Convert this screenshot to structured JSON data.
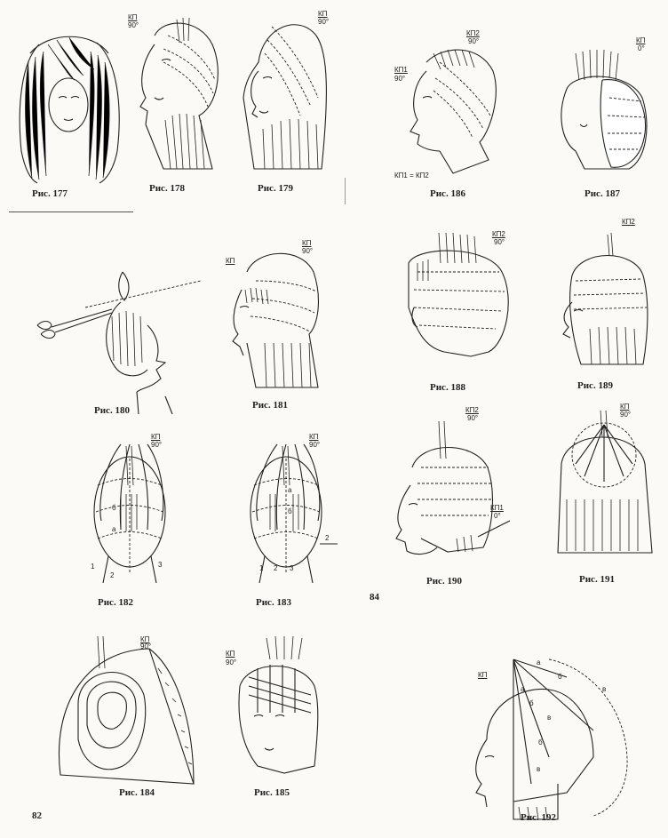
{
  "page_numbers": {
    "left": "82",
    "right": "84"
  },
  "figures": [
    {
      "id": "177",
      "caption": "Рис. 177",
      "labels": []
    },
    {
      "id": "178",
      "caption": "Рис. 178",
      "labels": [
        "КП",
        "90°"
      ]
    },
    {
      "id": "179",
      "caption": "Рис. 179",
      "labels": [
        "КП",
        "90°"
      ]
    },
    {
      "id": "186",
      "caption": "Рис. 186",
      "labels": [
        "КП2",
        "90°",
        "КП1",
        "90°",
        "КП1 = КП2"
      ]
    },
    {
      "id": "187",
      "caption": "Рис. 187",
      "labels": [
        "КП",
        "0°"
      ]
    },
    {
      "id": "180",
      "caption": "Рис. 180",
      "labels": []
    },
    {
      "id": "181",
      "caption": "Рис. 181",
      "labels": [
        "КП",
        "КП",
        "90°"
      ]
    },
    {
      "id": "188",
      "caption": "Рис. 188",
      "labels": [
        "КП2",
        "90°"
      ]
    },
    {
      "id": "189",
      "caption": "Рис. 189",
      "labels": [
        "КП2"
      ]
    },
    {
      "id": "182",
      "caption": "Рис. 182",
      "labels": [
        "КП",
        "90°",
        "б",
        "а",
        "1",
        "2",
        "3"
      ]
    },
    {
      "id": "183",
      "caption": "Рис. 183",
      "labels": [
        "КП",
        "90°",
        "а",
        "б",
        "2",
        "1",
        "2",
        "3"
      ]
    },
    {
      "id": "190",
      "caption": "Рис. 190",
      "labels": [
        "КП2",
        "90°",
        "КП1",
        "0°"
      ]
    },
    {
      "id": "191",
      "caption": "Рис. 191",
      "labels": [
        "КП",
        "90°"
      ]
    },
    {
      "id": "184",
      "caption": "Рис. 184",
      "labels": [
        "КП",
        "90°"
      ]
    },
    {
      "id": "185",
      "caption": "Рис. 185",
      "labels": [
        "КП",
        "90°"
      ]
    },
    {
      "id": "192",
      "caption": "Рис. 192",
      "labels": [
        "КП",
        "а",
        "б",
        "в",
        "а",
        "б",
        "в",
        "б",
        "в"
      ]
    }
  ]
}
